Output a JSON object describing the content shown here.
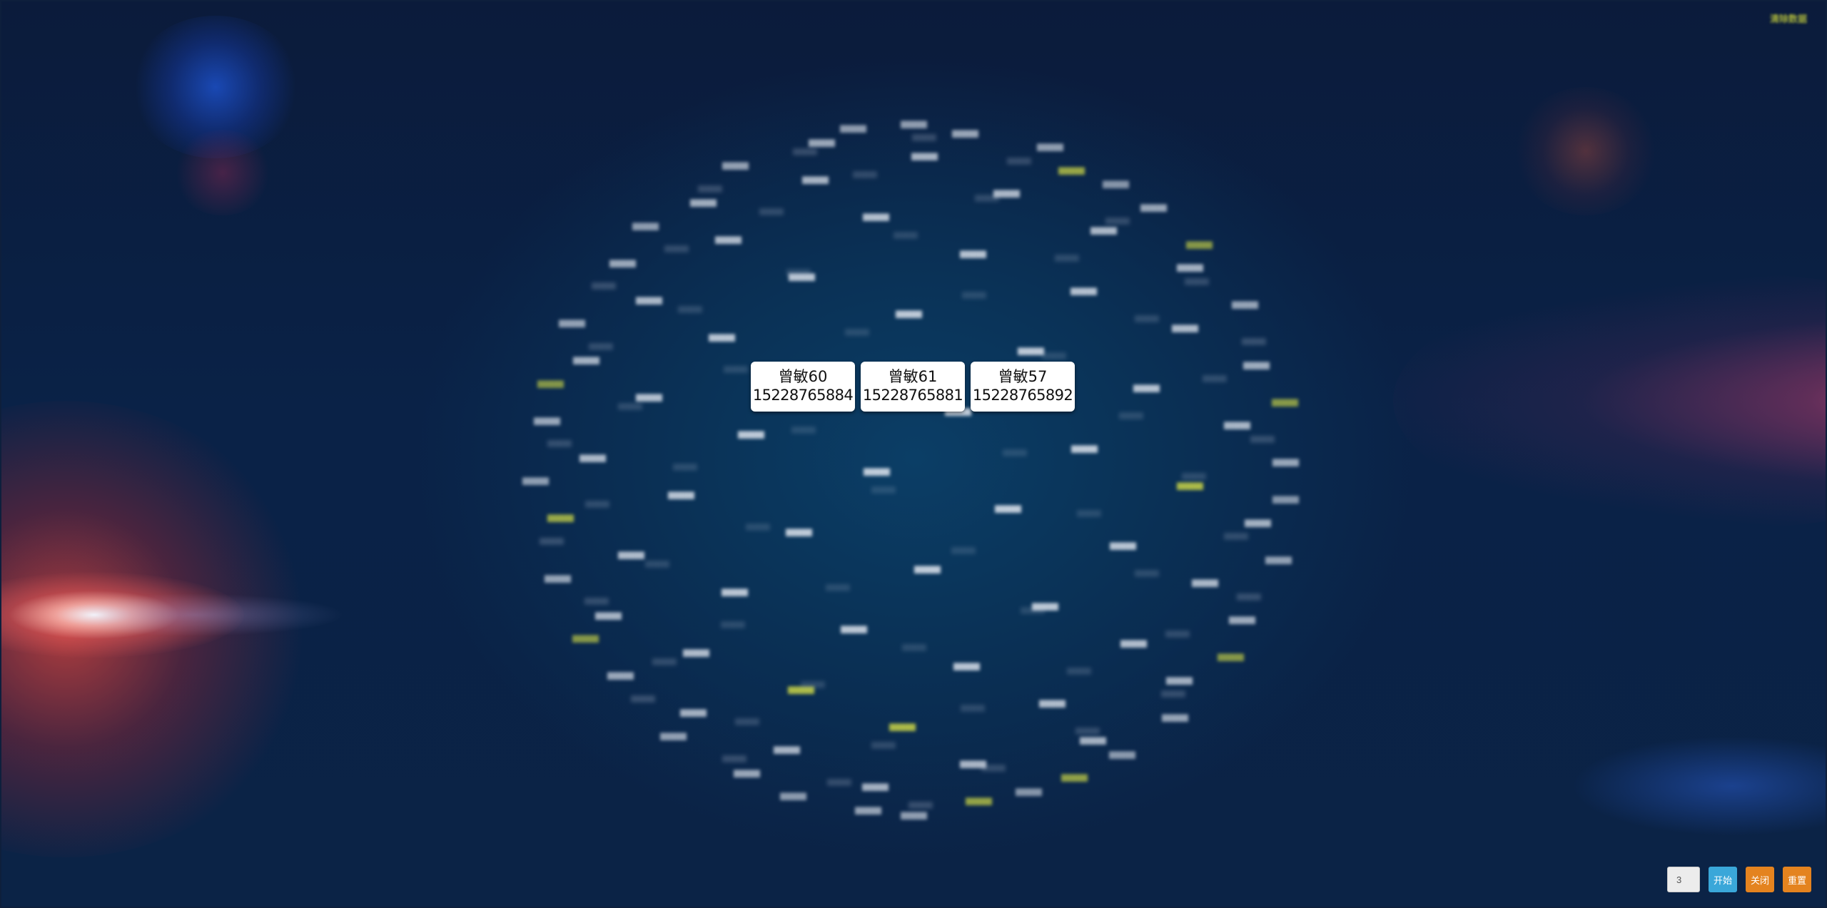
{
  "top_right_link": "清除数据",
  "winners": [
    {
      "name": "曾敏60",
      "phone": "15228765884"
    },
    {
      "name": "曾敏61",
      "phone": "15228765881"
    },
    {
      "name": "曾敏57",
      "phone": "15228765892"
    }
  ],
  "controls": {
    "count_value": "3",
    "start_label": "开始",
    "close_label": "关闭",
    "reset_label": "重置"
  },
  "colors": {
    "start_button": "#3aa7d9",
    "close_button": "#e4831f",
    "reset_button": "#e4831f",
    "highlight_name": "#d7e146"
  }
}
